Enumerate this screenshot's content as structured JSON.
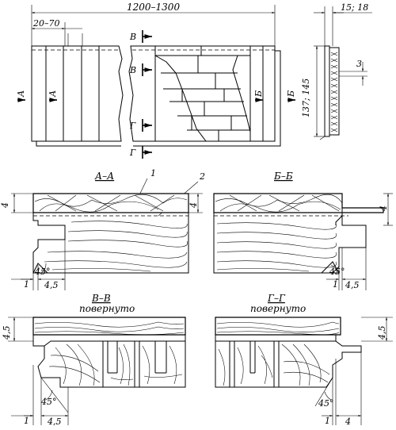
{
  "dimensions": {
    "overall_length": "1200–1300",
    "board_width": "20–70",
    "side_thickness": "15; 18",
    "side_height": "137; 145",
    "side_gap": "3"
  },
  "section_labels": {
    "a": "А",
    "b": "Б",
    "v": "В",
    "g": "Г"
  },
  "callouts": {
    "one": "1",
    "two": "2"
  },
  "sections": {
    "aa": {
      "title": "А–А",
      "dim_thickness": "4",
      "dim_tongue": "1",
      "dim_depth": "4,5",
      "angle": "45°"
    },
    "bb": {
      "title": "Б–Б",
      "dim_thickness": "4",
      "dim_tongue": "1",
      "dim_depth": "4,5",
      "angle": "45°"
    },
    "vv": {
      "title": "В–В",
      "subtitle": "повернуто",
      "dim_thickness": "4,5",
      "dim_tongue": "1",
      "dim_depth": "4,5",
      "angle": "45°"
    },
    "gg": {
      "title": "Г–Г",
      "subtitle": "повернуто",
      "dim_thickness": "4,5",
      "dim_tongue": "1",
      "dim_depth": "4",
      "angle": "45°"
    }
  }
}
